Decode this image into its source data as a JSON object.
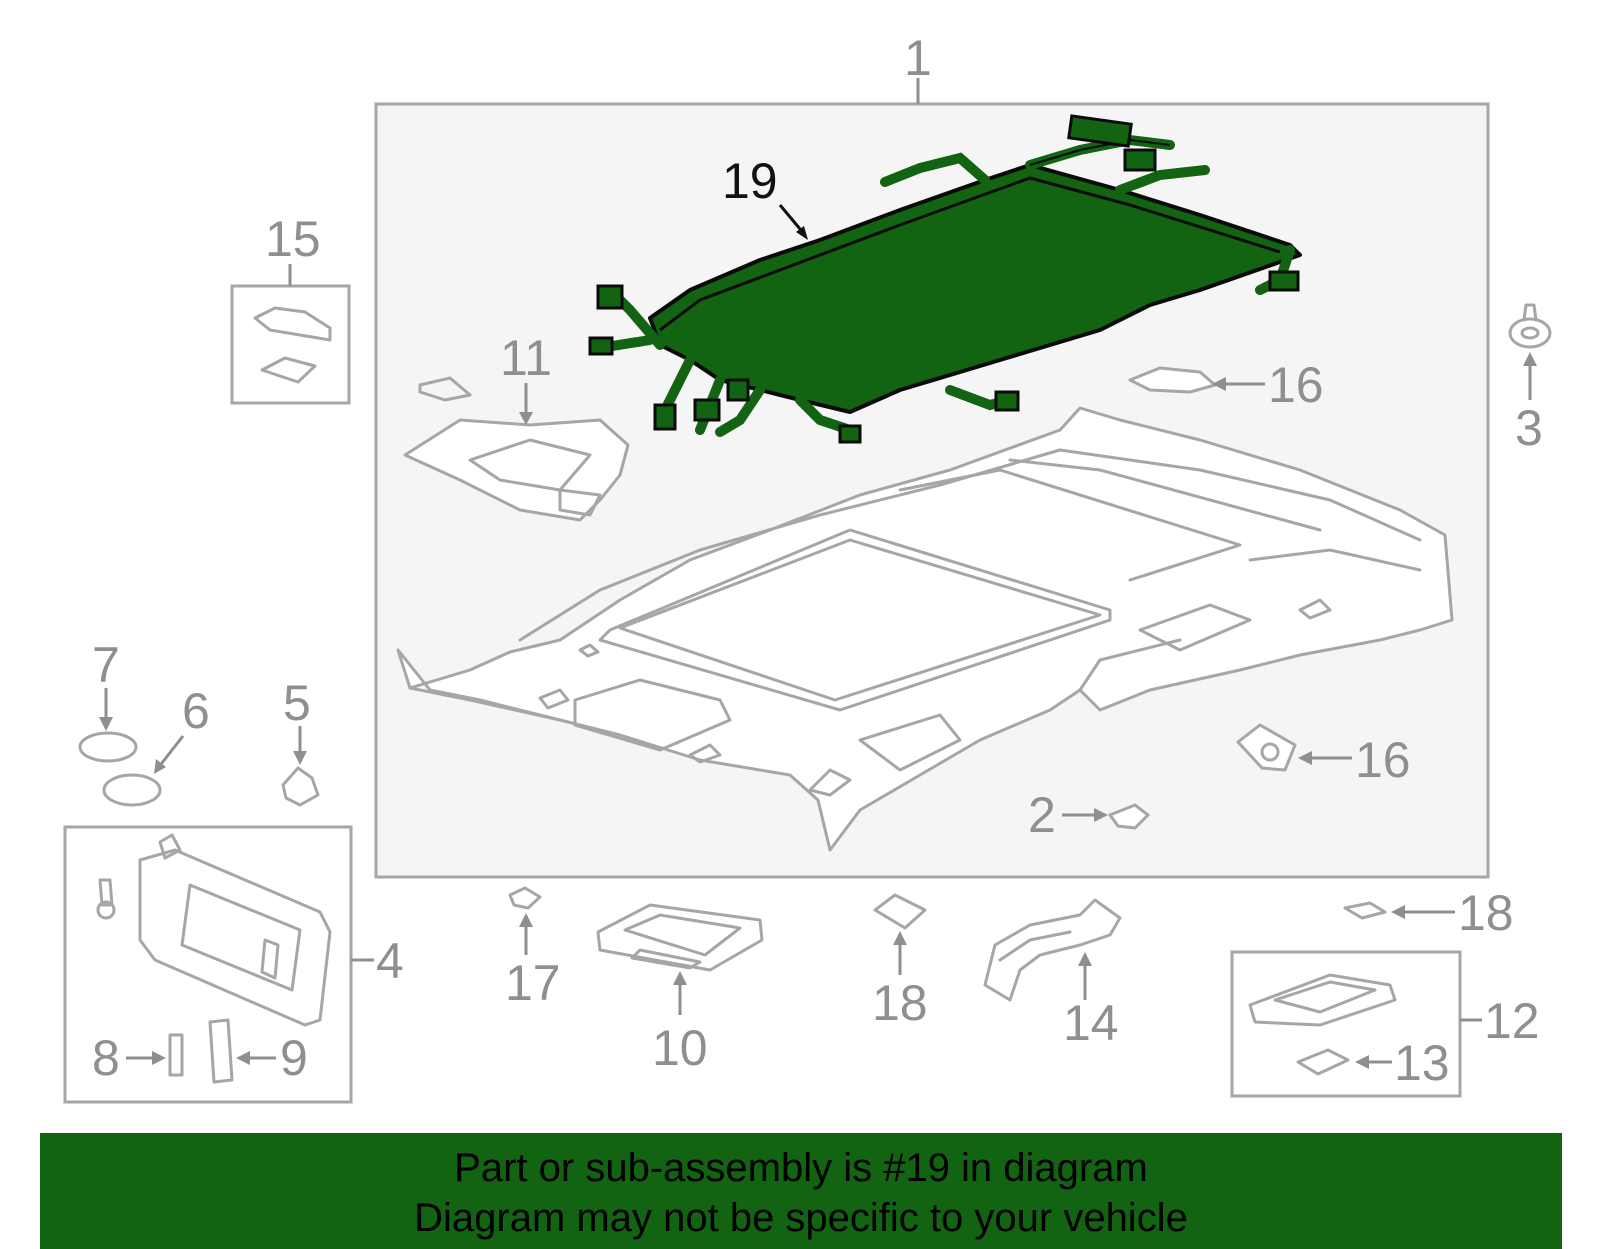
{
  "callouts": {
    "c1": "1",
    "c2": "2",
    "c3": "3",
    "c4": "4",
    "c5": "5",
    "c6": "6",
    "c7": "7",
    "c8": "8",
    "c9": "9",
    "c10": "10",
    "c11": "11",
    "c12": "12",
    "c13": "13",
    "c14": "14",
    "c15": "15",
    "c16a": "16",
    "c16b": "16",
    "c17": "17",
    "c18a": "18",
    "c18b": "18",
    "c19": "19"
  },
  "banner": {
    "line1": "Part or sub-assembly is #19 in diagram",
    "line2": "Diagram may not be specific to your vehicle"
  },
  "colors": {
    "highlight": "#126412",
    "outline": "#a6a6a6",
    "callout": "#8f8f8f",
    "panel": "#f5f5f5"
  }
}
